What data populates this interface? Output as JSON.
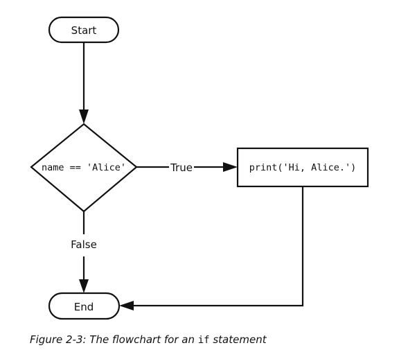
{
  "nodes": {
    "start": "Start",
    "decision": "name == 'Alice'",
    "action": "print('Hi, Alice.')",
    "end": "End"
  },
  "edges": {
    "true_label": "True",
    "false_label": "False"
  },
  "caption": {
    "prefix": "Figure 2-3: The flowchart for an ",
    "code": "if",
    "suffix": " statement"
  }
}
